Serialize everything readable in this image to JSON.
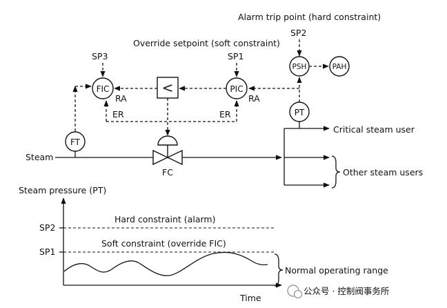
{
  "labels": {
    "alarm_trip_point": "Alarm trip point (hard constraint)",
    "override_setpoint": "Override setpoint (soft constraint)",
    "sp2": "SP2",
    "sp3": "SP3",
    "sp1": "SP1",
    "psh": "PSH",
    "pah": "PAH",
    "fic": "FIC",
    "pic": "PIC",
    "ra_fic": "RA",
    "ra_pic": "RA",
    "er_fic": "ER",
    "er_pic": "ER",
    "pt": "PT",
    "ft": "FT",
    "fc": "FC",
    "steam": "Steam",
    "critical_user": "Critical steam user",
    "other_users": "Other steam users",
    "selector_symbol": "<"
  },
  "plot": {
    "ylabel": "Steam pressure (PT)",
    "xlabel": "Time",
    "y_ticks": [
      "SP2",
      "SP1"
    ],
    "hard_constraint": "Hard constraint (alarm)",
    "soft_constraint": "Soft constraint (override FIC)",
    "normal_range": "Normal operating range"
  },
  "watermark": {
    "text": "公众号 · 控制阀事务所"
  },
  "colors": {
    "line": "#111111",
    "watermark": "#9a9a9a"
  }
}
